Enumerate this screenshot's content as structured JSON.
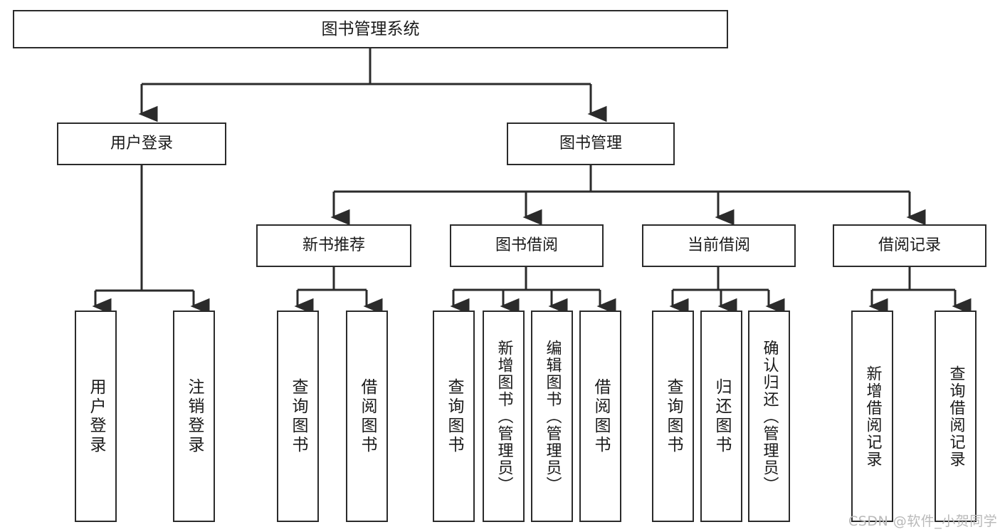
{
  "diagram": {
    "title": "图书管理系统",
    "watermark": "CSDN @软件_小贺同学",
    "line_color": "#2b2b2b",
    "text_color": "#1a1a1a",
    "background": "#ffffff",
    "nodes": {
      "root": {
        "label": "图书管理系统"
      },
      "level2": [
        {
          "label": "用户登录"
        },
        {
          "label": "图书管理"
        }
      ],
      "level3": [
        {
          "label": "新书推荐"
        },
        {
          "label": "图书借阅"
        },
        {
          "label": "当前借阅"
        },
        {
          "label": "借阅记录"
        }
      ],
      "leaves": {
        "user_login": [
          {
            "label": "用户登录"
          },
          {
            "label": "注销登录"
          }
        ],
        "new_book": [
          {
            "label": "查询图书"
          },
          {
            "label": "借阅图书"
          }
        ],
        "borrow_book": [
          {
            "label": "查询图书"
          },
          {
            "label": "新增图书（管理员）"
          },
          {
            "label": "编辑图书（管理员）"
          },
          {
            "label": "借阅图书"
          }
        ],
        "current_borrow": [
          {
            "label": "查询图书"
          },
          {
            "label": "归还图书"
          },
          {
            "label": "确认归还（管理员）"
          }
        ],
        "borrow_record": [
          {
            "label": "新增借阅记录"
          },
          {
            "label": "查询借阅记录"
          }
        ]
      }
    }
  }
}
